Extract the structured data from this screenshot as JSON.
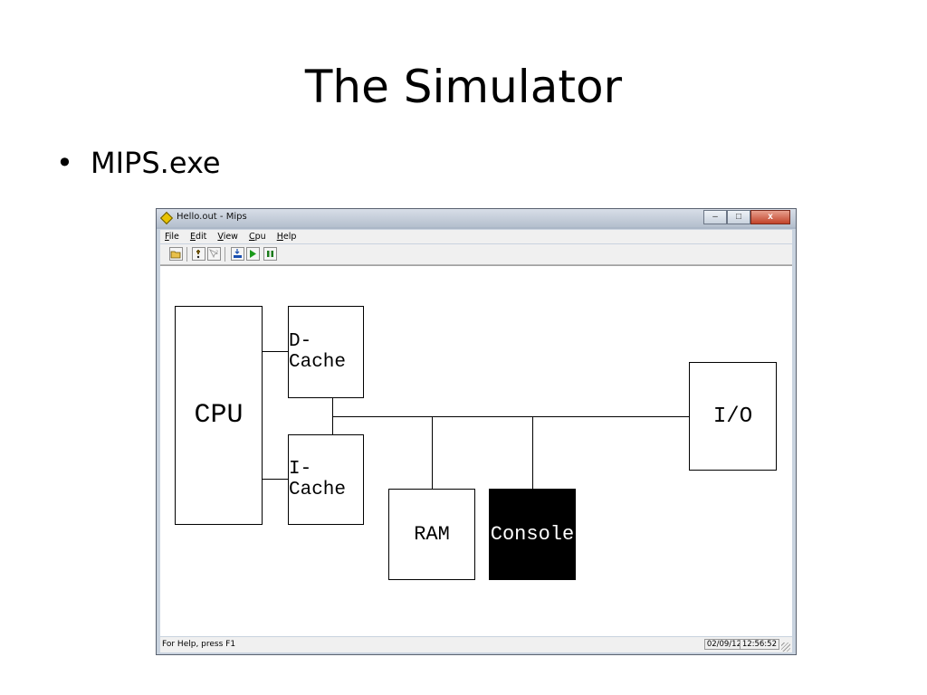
{
  "slide": {
    "title": "The Simulator",
    "bullet_marker": "•",
    "bullet_text": "MIPS.exe"
  },
  "window": {
    "title": "Hello.out - Mips",
    "controls": {
      "minimize": "–",
      "maximize": "□",
      "close": "x"
    },
    "menu": [
      {
        "key": "F",
        "rest": "ile"
      },
      {
        "key": "E",
        "rest": "dit"
      },
      {
        "key": "V",
        "rest": "iew"
      },
      {
        "key": "C",
        "rest": "pu"
      },
      {
        "key": "H",
        "rest": "elp"
      }
    ],
    "toolbar_icons": [
      "open-icon",
      "help-icon",
      "context-help-icon",
      "load-icon",
      "run-icon",
      "pause-icon"
    ],
    "status": {
      "text": "For Help, press F1",
      "date": "02/09/12",
      "time": "12:56:52"
    }
  },
  "diagram": {
    "cpu": "CPU",
    "dcache": "D-Cache",
    "icache": "I-Cache",
    "ram": "RAM",
    "console": "Console",
    "io": "I/O"
  },
  "colors": {
    "console_bg": "#000000",
    "console_text": "#ffffff",
    "close_button": "#c2432a",
    "run_icon": "#1a9a1a"
  }
}
